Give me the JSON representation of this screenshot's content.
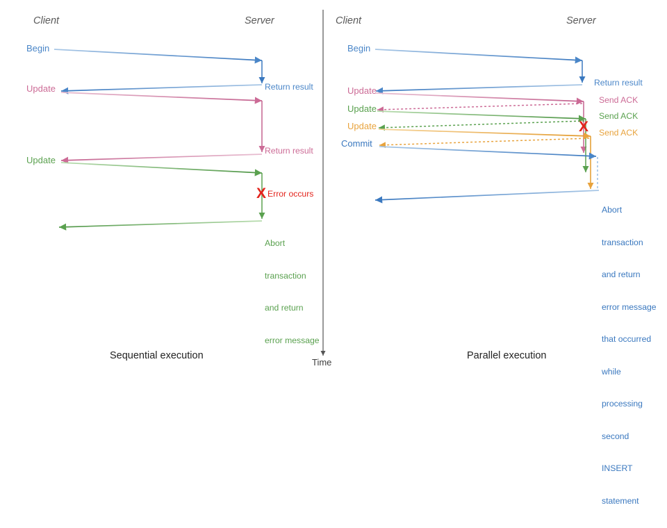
{
  "diagram": {
    "title_left": "Sequential execution",
    "title_right": "Parallel execution",
    "time_axis_label": "Time",
    "headers": {
      "client": "Client",
      "server": "Server"
    },
    "colors": {
      "blue": "#4a86c8",
      "blue_dark": "#3a78bf",
      "pink": "#cc6b96",
      "green": "#5aa14f",
      "orange": "#e8a33d",
      "red": "#e3241c",
      "grey": "#595959",
      "black": "#222222"
    },
    "error_marker": "X"
  },
  "left_panel": {
    "name": "Sequential execution",
    "messages": [
      {
        "label": "Begin",
        "color": "blue",
        "direction": "client-to-server"
      },
      {
        "label": "Return result",
        "color": "blue",
        "direction": "server-to-client"
      },
      {
        "label": "Update",
        "color": "pink",
        "direction": "client-to-server"
      },
      {
        "label": "Return result",
        "color": "pink",
        "direction": "server-to-client"
      },
      {
        "label": "Update",
        "color": "green",
        "direction": "client-to-server"
      },
      {
        "label": "Error occurs",
        "color": "red",
        "direction": "server-event"
      },
      {
        "label": "Abort transaction and return error message",
        "color": "green",
        "direction": "server-to-client"
      }
    ],
    "annotations": {
      "error_occurs": "Error occurs",
      "abort_lines": [
        "Abort",
        "transaction",
        "and return",
        "error message"
      ]
    }
  },
  "right_panel": {
    "name": "Parallel execution",
    "messages": [
      {
        "label": "Begin",
        "color": "blue",
        "direction": "client-to-server"
      },
      {
        "label": "Return result",
        "color": "blue",
        "direction": "server-to-client"
      },
      {
        "label": "Update",
        "color": "pink",
        "direction": "client-to-server"
      },
      {
        "label": "Send ACK",
        "color": "pink",
        "direction": "server-to-client"
      },
      {
        "label": "Update",
        "color": "green",
        "direction": "client-to-server"
      },
      {
        "label": "Send ACK",
        "color": "green",
        "direction": "server-to-client"
      },
      {
        "label": "Update",
        "color": "orange",
        "direction": "client-to-server"
      },
      {
        "label": "Send ACK",
        "color": "orange",
        "direction": "server-to-client"
      },
      {
        "label": "Commit",
        "color": "blue",
        "direction": "client-to-server"
      },
      {
        "label": "Abort transaction and return error message that occurred while processing second INSERT statement",
        "color": "blue",
        "direction": "server-to-client"
      }
    ],
    "annotations": {
      "abort_lines": [
        "Abort",
        "transaction",
        "and return",
        "error message",
        "that occurred",
        "while",
        "processing",
        "second",
        "INSERT",
        "statement"
      ]
    }
  }
}
